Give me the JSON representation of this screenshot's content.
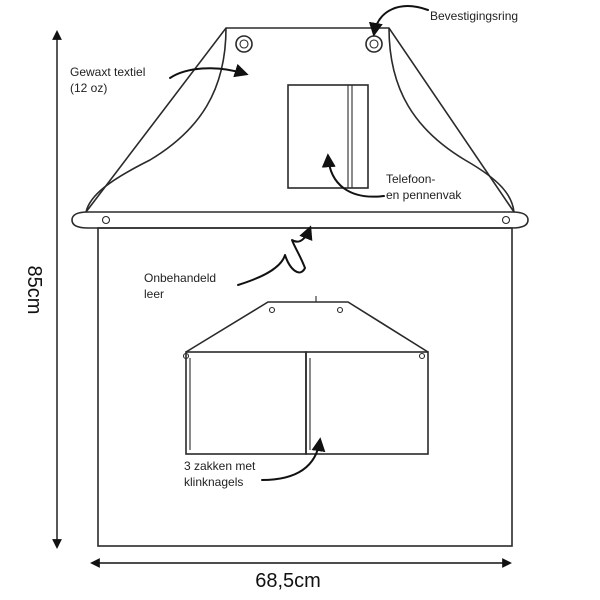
{
  "labels": {
    "ring": "Bevestigingsring",
    "textile_line1": "Gewaxt textiel",
    "textile_line2": "(12 oz)",
    "phone_line1": "Telefoon-",
    "phone_line2": "en pennenvak",
    "leather_line1": "Onbehandeld",
    "leather_line2": "leer",
    "pockets_line1": "3 zakken met",
    "pockets_line2": "klinknagels"
  },
  "dimensions": {
    "height": "85cm",
    "width": "68,5cm"
  },
  "colors": {
    "outline": "#2a2a2a",
    "text": "#222222",
    "background": "#ffffff"
  }
}
